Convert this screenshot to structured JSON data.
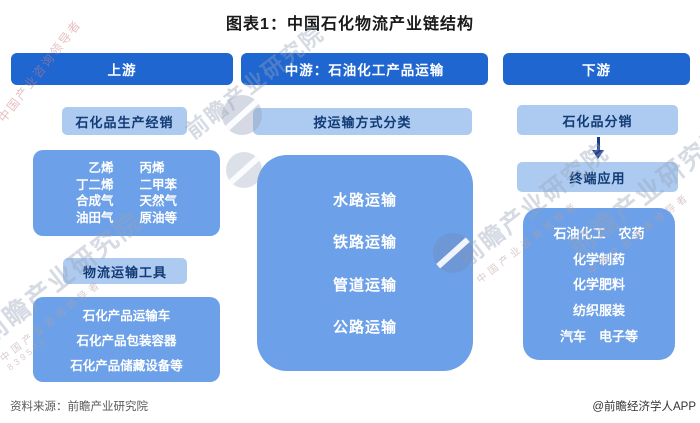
{
  "title": "图表1：中国石化物流产业链结构",
  "columns": {
    "upstream": {
      "header": "上游",
      "production_label": "石化品生产经销",
      "products": {
        "rows": [
          [
            "乙烯",
            "丙烯"
          ],
          [
            "丁二烯",
            "二甲苯"
          ],
          [
            "合成气",
            "天然气"
          ],
          [
            "油田气",
            "原油等"
          ]
        ]
      },
      "tools_label": "物流运输工具",
      "tools": [
        "石化产品运输车",
        "石化产品包装容器",
        "石化产品储藏设备等"
      ]
    },
    "midstream": {
      "header": "中游：石油化工产品运输",
      "classify_label": "按运输方式分类",
      "modes": [
        "水路运输",
        "铁路运输",
        "管道运输",
        "公路运输"
      ]
    },
    "downstream": {
      "header": "下游",
      "distribution_label": "石化品分销",
      "terminal_label": "终端应用",
      "applications": [
        "石油化工　农药",
        "化学制药",
        "化学肥料",
        "纺织服装",
        "汽车　电子等"
      ]
    }
  },
  "footer": {
    "source": "资料来源：前瞻产业研究院",
    "brand": "@前瞻经济学人APP"
  },
  "watermark": {
    "text_large": "前瞻产业研究院",
    "text_small": "中国产业咨询领导者",
    "digits": "839599"
  },
  "colors": {
    "header_blue": "#1f66d0",
    "label_light_blue": "#adcbf0",
    "content_blue": "#6ca0e8",
    "label_text_navy": "#123a75",
    "arrow_navy": "#1a3a8c"
  }
}
